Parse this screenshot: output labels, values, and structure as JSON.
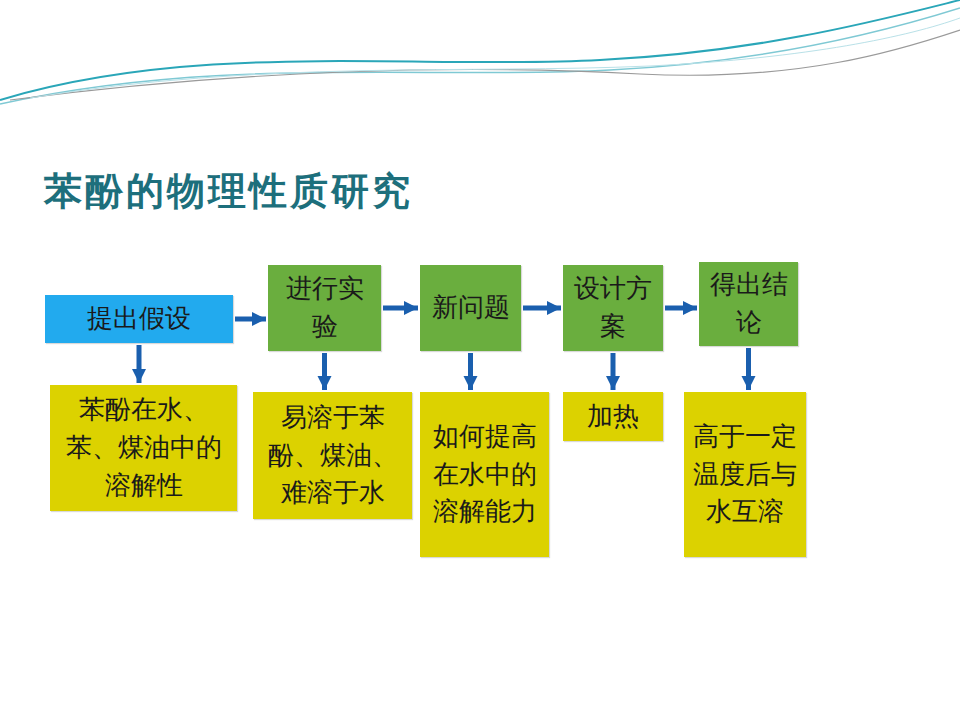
{
  "diagram": {
    "title": "苯酚的物理性质研究",
    "nodes": [
      {
        "text": [
          "提出假设"
        ]
      },
      {
        "text": [
          "进行实验"
        ]
      },
      {
        "text": [
          "新问题"
        ]
      },
      {
        "text": [
          "设计方案"
        ]
      },
      {
        "text": [
          "得出结论"
        ]
      },
      {
        "text": [
          "苯酚在水、苯、煤油中的溶解性"
        ]
      },
      {
        "text": [
          "易溶于苯酚、煤油、难溶于水"
        ]
      },
      {
        "text": [
          "如何提高在水中的溶解能力"
        ]
      },
      {
        "text": [
          "加热"
        ]
      },
      {
        "text": [
          "高于一定温度后与水互溶"
        ]
      }
    ],
    "edges": [
      {
        "from": 0,
        "to": 1,
        "arrow": "to"
      },
      {
        "from": 1,
        "to": 2,
        "arrow": "to"
      },
      {
        "from": 2,
        "to": 3,
        "arrow": "to"
      },
      {
        "from": 3,
        "to": 4,
        "arrow": "to"
      },
      {
        "from": 0,
        "to": 5,
        "arrow": "to"
      },
      {
        "from": 1,
        "to": 6,
        "arrow": "to"
      },
      {
        "from": 2,
        "to": 7,
        "arrow": "to"
      },
      {
        "from": 3,
        "to": 8,
        "arrow": "to"
      },
      {
        "from": 4,
        "to": 9,
        "arrow": "to"
      }
    ]
  }
}
